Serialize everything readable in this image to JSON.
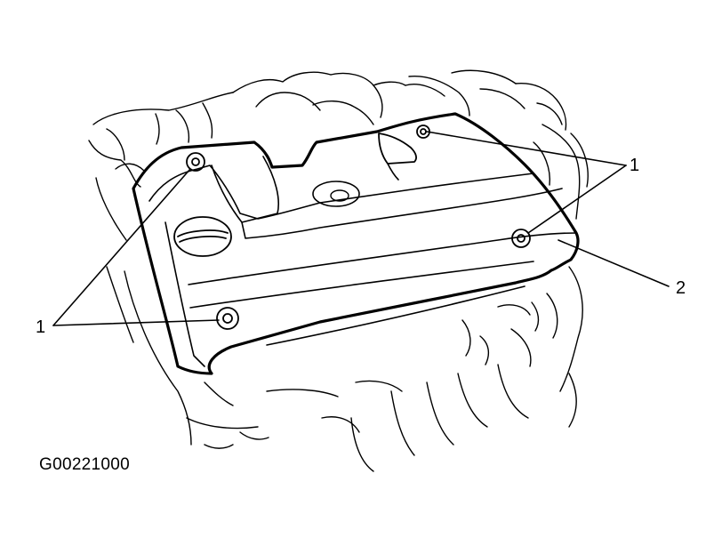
{
  "figure": {
    "id": "G00221000",
    "callouts": [
      {
        "key": "bolt-left",
        "label": "1"
      },
      {
        "key": "bolt-right",
        "label": "1"
      },
      {
        "key": "cover",
        "label": "2"
      }
    ]
  },
  "colors": {
    "ink": "#000000",
    "paper": "#ffffff"
  }
}
